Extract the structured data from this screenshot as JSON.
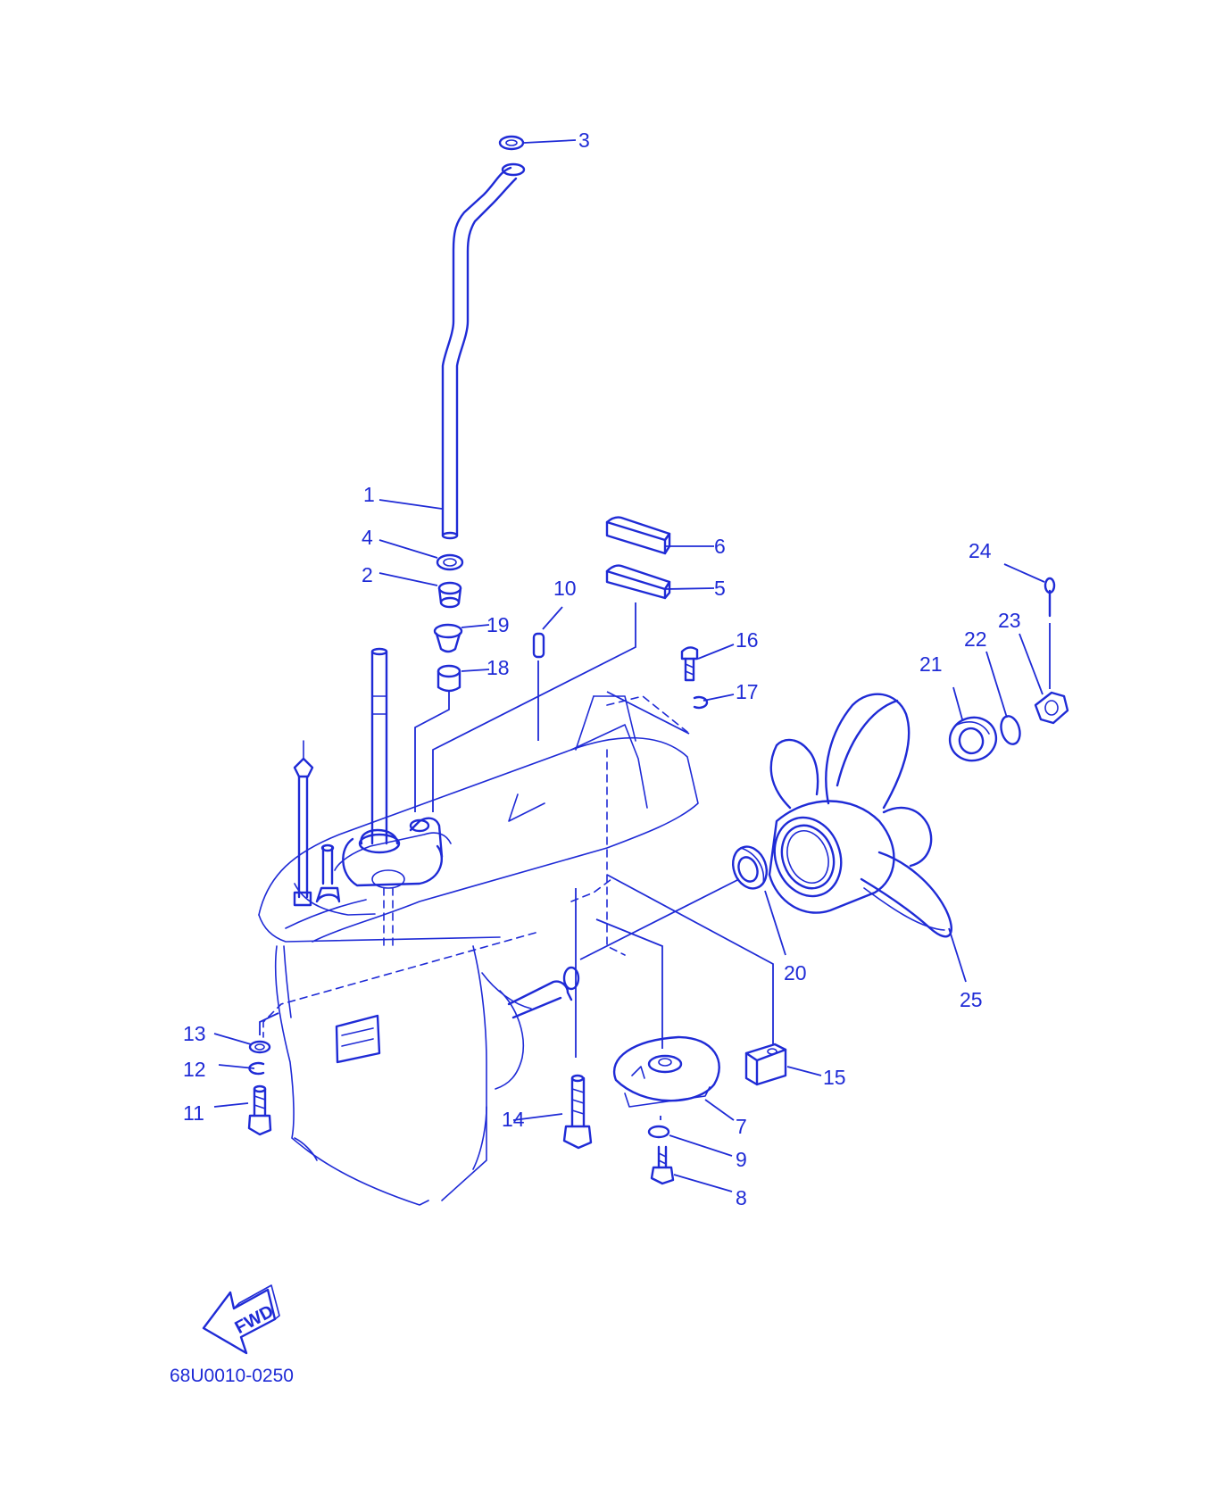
{
  "colors": {
    "ink": "#1f2bd6",
    "background": "#ffffff"
  },
  "callouts": [
    {
      "id": "c1",
      "label": "1"
    },
    {
      "id": "c2",
      "label": "2"
    },
    {
      "id": "c3",
      "label": "3"
    },
    {
      "id": "c4",
      "label": "4"
    },
    {
      "id": "c5",
      "label": "5"
    },
    {
      "id": "c6",
      "label": "6"
    },
    {
      "id": "c7",
      "label": "7"
    },
    {
      "id": "c8",
      "label": "8"
    },
    {
      "id": "c9",
      "label": "9"
    },
    {
      "id": "c10",
      "label": "10"
    },
    {
      "id": "c11",
      "label": "11"
    },
    {
      "id": "c12",
      "label": "12"
    },
    {
      "id": "c13",
      "label": "13"
    },
    {
      "id": "c14",
      "label": "14"
    },
    {
      "id": "c15",
      "label": "15"
    },
    {
      "id": "c16",
      "label": "16"
    },
    {
      "id": "c17",
      "label": "17"
    },
    {
      "id": "c18",
      "label": "18"
    },
    {
      "id": "c19",
      "label": "19"
    },
    {
      "id": "c20",
      "label": "20"
    },
    {
      "id": "c21",
      "label": "21"
    },
    {
      "id": "c22",
      "label": "22"
    },
    {
      "id": "c23",
      "label": "23"
    },
    {
      "id": "c24",
      "label": "24"
    },
    {
      "id": "c25",
      "label": "25"
    }
  ],
  "fwd_label": "FWD",
  "diagram_code": "68U0010-0250"
}
